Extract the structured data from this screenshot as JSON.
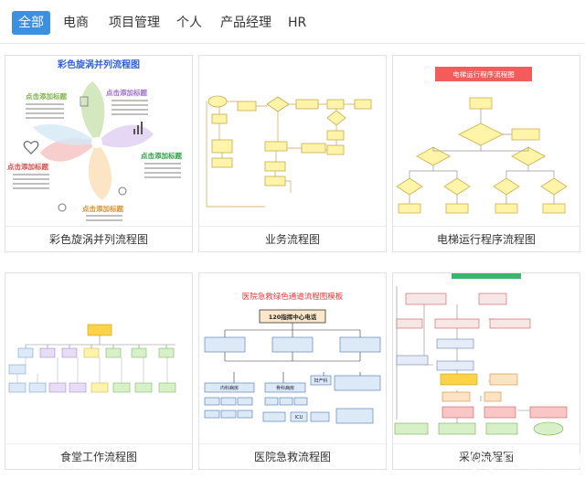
{
  "tabs": [
    {
      "label": "全部",
      "active": true
    },
    {
      "label": "电商",
      "active": false
    },
    {
      "label": "项目管理",
      "active": false
    },
    {
      "label": "个人",
      "active": false
    },
    {
      "label": "产品经理",
      "active": false
    },
    {
      "label": "HR",
      "active": false
    }
  ],
  "cards": [
    {
      "caption": "彩色旋涡并列流程图",
      "title": "彩色旋涡并列流程图",
      "labels": [
        "点击添加标题",
        "点击添加标题",
        "点击添加标题",
        "点击添加标题",
        "点击添加标题"
      ],
      "colors": [
        "#7db44b",
        "#9c6fd0",
        "#2e9e46",
        "#e0902c",
        "#d84c4c"
      ]
    },
    {
      "caption": "业务流程图"
    },
    {
      "caption": "电梯运行程序流程图",
      "title": "电梯运行程序流程图"
    },
    {
      "caption": "食堂工作流程图"
    },
    {
      "caption": "医院急救流程图",
      "title": "医院急救绿色通道流程图模板",
      "top_box": "120指挥中心电话",
      "boxes": [
        "ICU",
        "妇产科",
        "内科病房",
        "骨科病房"
      ]
    },
    {
      "caption": "采购流程图"
    }
  ],
  "colors": {
    "accent": "#3d8fe0",
    "red_title": "#e53a3a",
    "elevator_title_bg": "#f45b5b",
    "yellow": "#fff4a8",
    "green": "#d7f0c8",
    "blue": "#dce9f7"
  }
}
